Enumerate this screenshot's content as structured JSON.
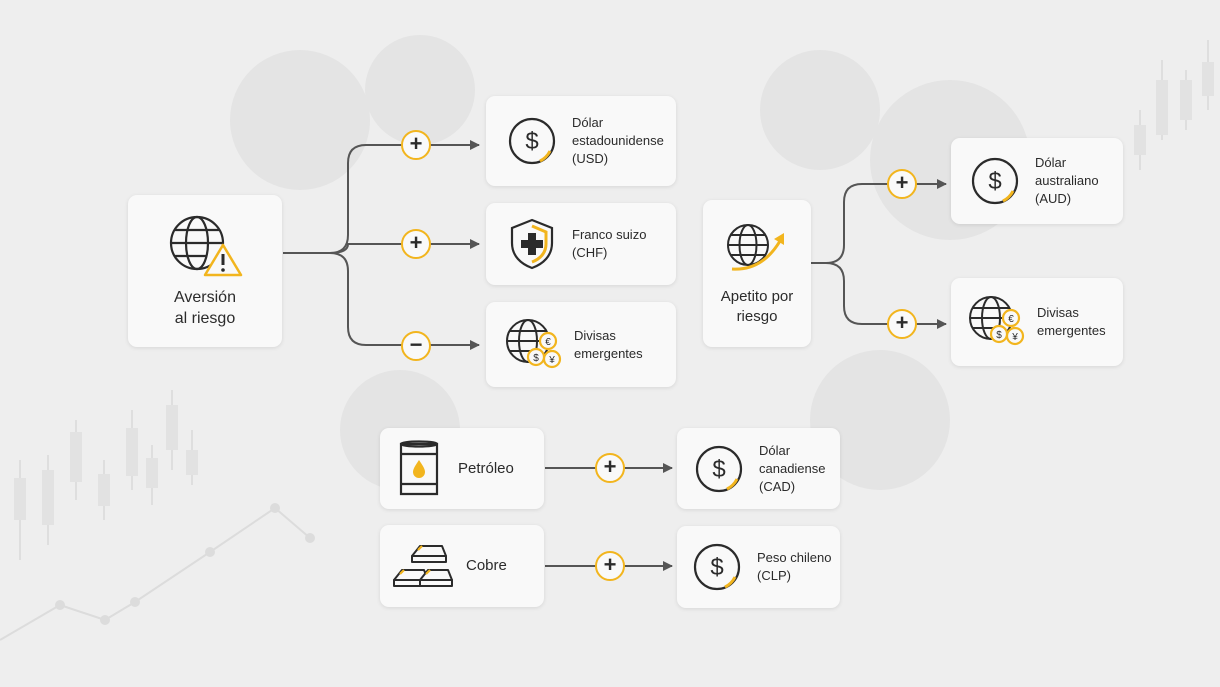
{
  "colors": {
    "accent": "#f2b51e",
    "line": "#555555",
    "card": "#f9f9f9",
    "background": "#eeeeee"
  },
  "risk_off": {
    "label_line1": "Aversión",
    "label_line2": "al riesgo",
    "icon": "globe-warning-icon",
    "outputs": [
      {
        "sign": "+",
        "lines": [
          "Dólar",
          "estadounidense",
          "(USD)"
        ],
        "icon": "dollar-icon"
      },
      {
        "sign": "+",
        "lines": [
          "Franco suizo",
          "(CHF)"
        ],
        "icon": "shield-cross-icon"
      },
      {
        "sign": "−",
        "lines": [
          "Divisas",
          "emergentes"
        ],
        "icon": "globe-currencies-icon"
      }
    ]
  },
  "risk_on": {
    "label_line1": "Apetito por",
    "label_line2": "riesgo",
    "icon": "globe-arrow-up-icon",
    "outputs": [
      {
        "sign": "+",
        "lines": [
          "Dólar",
          "australiano",
          "(AUD)"
        ],
        "icon": "dollar-icon"
      },
      {
        "sign": "+",
        "lines": [
          "Divisas",
          "emergentes"
        ],
        "icon": "globe-currencies-icon"
      }
    ]
  },
  "commodities": [
    {
      "label": "Petróleo",
      "icon": "oil-barrel-icon",
      "sign": "+",
      "output_lines": [
        "Dólar",
        "canadiense",
        "(CAD)"
      ],
      "output_icon": "dollar-icon"
    },
    {
      "label": "Cobre",
      "icon": "metal-bars-icon",
      "sign": "+",
      "output_lines": [
        "Peso chileno",
        "(CLP)"
      ],
      "output_icon": "dollar-icon"
    }
  ]
}
